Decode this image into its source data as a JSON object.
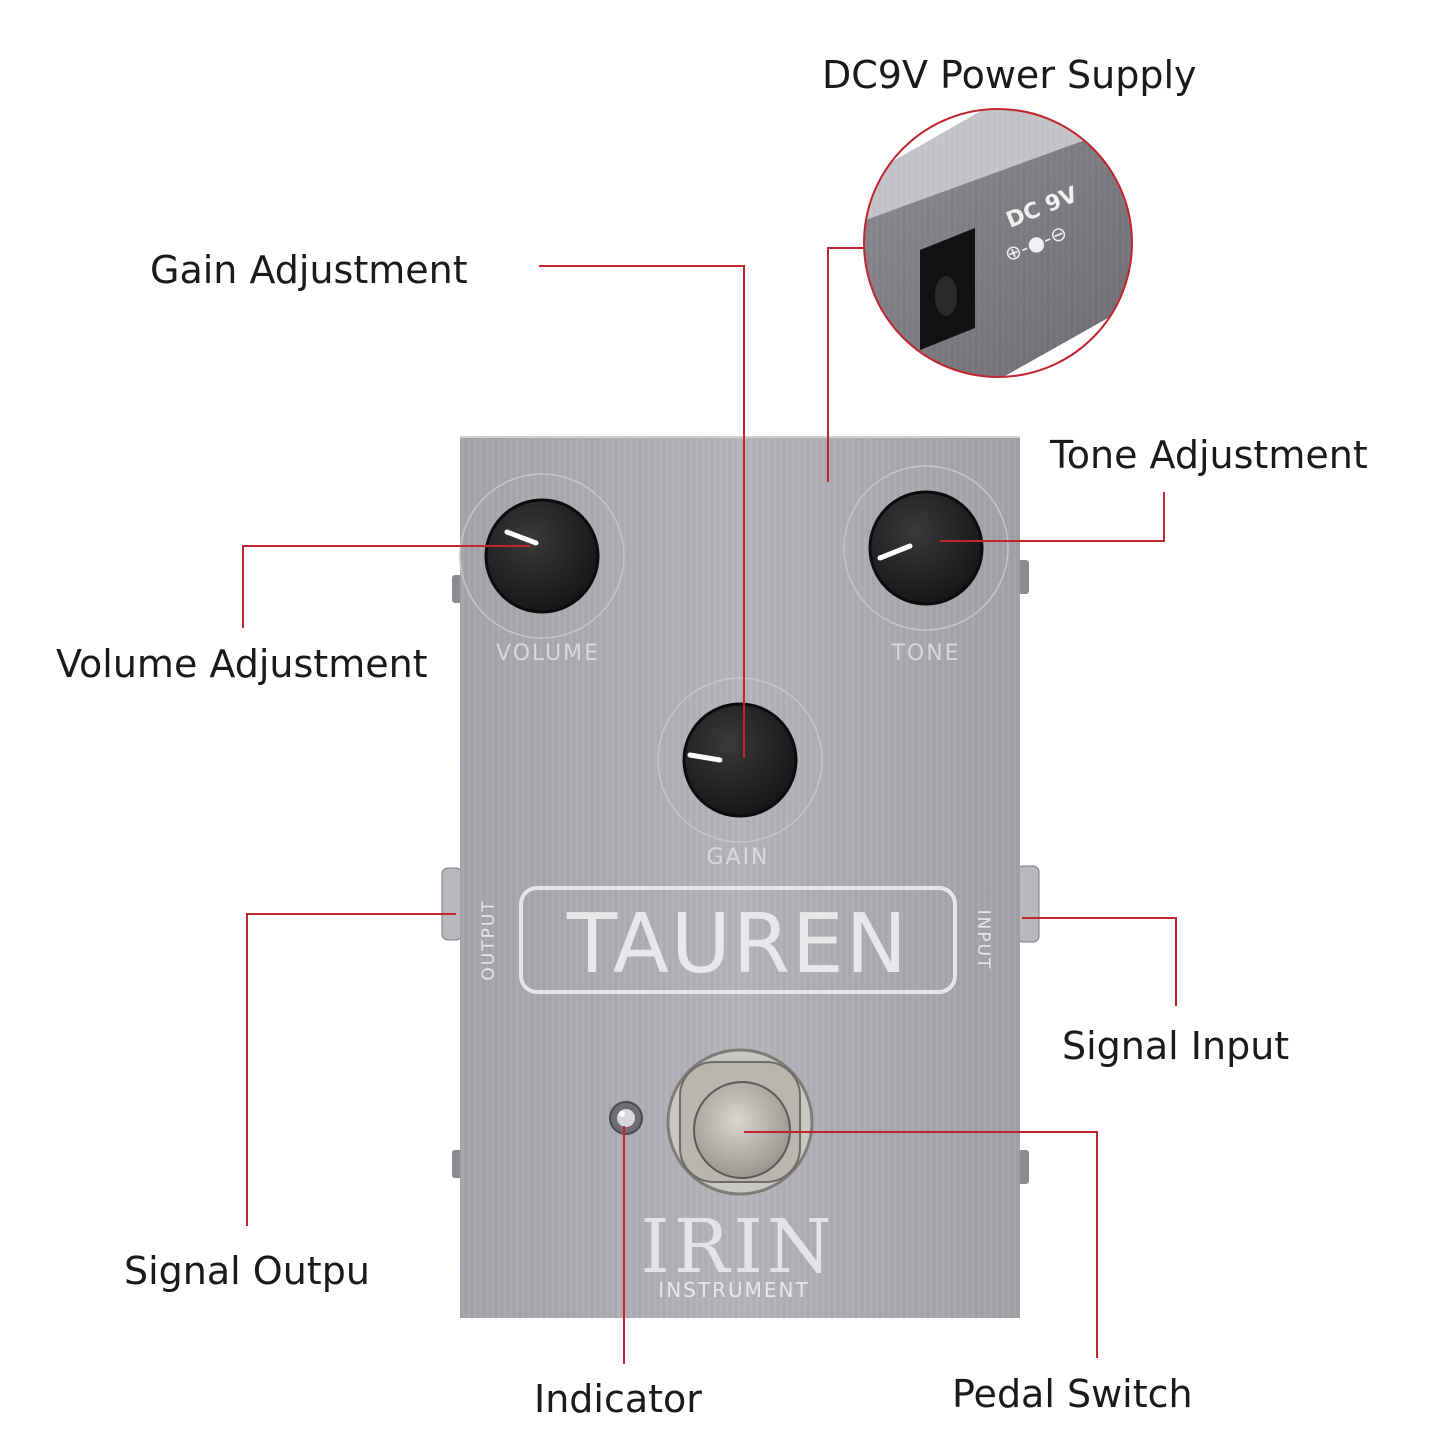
{
  "callouts": {
    "power": "DC9V Power Supply",
    "gain": "Gain Adjustment",
    "tone": "Tone Adjustment",
    "volume": "Volume Adjustment",
    "input": "Signal Input",
    "output": "Signal Outpu",
    "indicator": "Indicator",
    "switch": "Pedal Switch"
  },
  "pedal": {
    "knob_volume": "VOLUME",
    "knob_tone": "TONE",
    "knob_gain": "GAIN",
    "model": "TAUREN",
    "jack_output": "OUTPUT",
    "jack_input": "INPUT",
    "brand": "IRIN",
    "brand_sub": "INSTRUMENT"
  },
  "inset": {
    "dc_label": "DC 9V",
    "polarity": "⊕-●-⊖"
  },
  "colors": {
    "leader": "#c0262c",
    "pedal_body": "#a9a9b0",
    "knob": "#1c1c1c"
  }
}
